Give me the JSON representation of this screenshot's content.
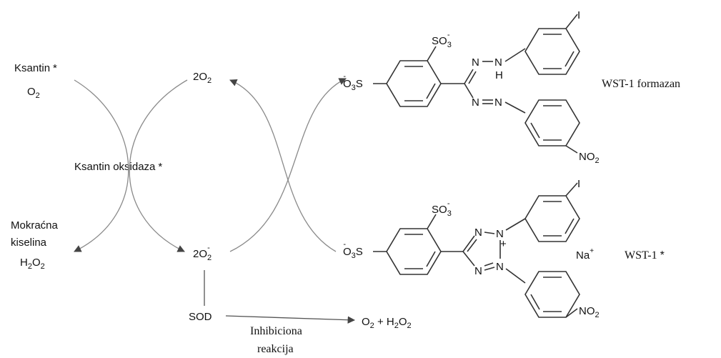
{
  "left": {
    "ksantin_o2": {
      "main": "Ksantin",
      "star": "*",
      "o2": "O",
      "o2_sub": "2"
    },
    "enzyme": {
      "main": "Ksantin oksidaza",
      "star": "*"
    },
    "products": {
      "line1": "Mokraćna",
      "line2": "kiselina",
      "h2o2": "H",
      "sub1": "2",
      "o": "O",
      "sub2": "2"
    }
  },
  "center": {
    "two_o2_top": {
      "coef": "2O",
      "sub": "2"
    },
    "two_o2_bottom": {
      "coef": "2O",
      "sub": "2",
      "sup": "-"
    },
    "sod": "SOD",
    "inhibition": {
      "line1": "Inhibiciona",
      "line2": "reakcija"
    },
    "o2_h2o2": {
      "o": "O",
      "sub": "2",
      "plus": " + H",
      "sub2": "2",
      "o2": "O",
      "sub3": "2"
    }
  },
  "structures": {
    "top": {
      "label": "WST-1 formazan",
      "so3": "SO",
      "so3_sub": "3",
      "so3_sup": "-",
      "o3s": "O",
      "o3s_sub": "3",
      "o3s_S": "S",
      "o3s_sup": "-",
      "n_atoms": [
        "N",
        "N",
        "N",
        "N"
      ],
      "h": "H",
      "iodo": "I",
      "no2": "NO",
      "no2_sub": "2"
    },
    "bottom": {
      "label": "WST-1",
      "star": "*",
      "na": "Na",
      "na_sup": "+",
      "so3": "SO",
      "so3_sub": "3",
      "so3_sup": "-",
      "o3s": "O",
      "o3s_sub": "3",
      "o3s_S": "S",
      "o3s_sup": "-",
      "n_atoms": [
        "N",
        "N",
        "N",
        "N"
      ],
      "plus": "+",
      "iodo": "I",
      "no2": "NO",
      "no2_sub": "2"
    }
  }
}
